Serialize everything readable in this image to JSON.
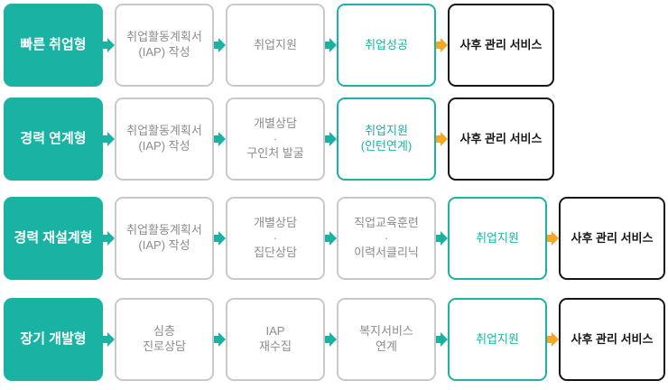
{
  "colors": {
    "teal": "#1ab3a3",
    "orange": "#f5a623",
    "gray-border": "#c9c9c9",
    "gray-text": "#8c8c8c",
    "black": "#161616"
  },
  "rows": [
    {
      "label": "빠른 취업형",
      "steps": [
        {
          "text": "취업활동계획서\n(IAP) 작성",
          "style": "gray"
        },
        {
          "text": "취업지원",
          "style": "gray"
        },
        {
          "text": "취업성공",
          "style": "teal"
        }
      ],
      "final": "사후 관리 서비스"
    },
    {
      "label": "경력 연계형",
      "steps": [
        {
          "text": "취업활동계획서\n(IAP) 작성",
          "style": "gray"
        },
        {
          "text": "개별상담\n·\n구인처 발굴",
          "style": "gray"
        },
        {
          "text": "취업지원\n(인턴연계)",
          "style": "teal"
        }
      ],
      "final": "사후 관리 서비스"
    },
    {
      "label": "경력 재설계형",
      "steps": [
        {
          "text": "취업활동계획서\n(IAP) 작성",
          "style": "gray"
        },
        {
          "text": "개별상담\n·\n집단상담",
          "style": "gray"
        },
        {
          "text": "직업교육훈련\n·\n이력서클리닉",
          "style": "gray"
        },
        {
          "text": "취업지원",
          "style": "teal"
        }
      ],
      "final": "사후 관리 서비스"
    },
    {
      "label": "장기 개발형",
      "steps": [
        {
          "text": "심층\n진로상담",
          "style": "gray"
        },
        {
          "text": "IAP\n재수집",
          "style": "gray"
        },
        {
          "text": "복지서비스\n연계",
          "style": "gray"
        },
        {
          "text": "취업지원",
          "style": "teal"
        }
      ],
      "final": "사후 관리 서비스"
    }
  ]
}
